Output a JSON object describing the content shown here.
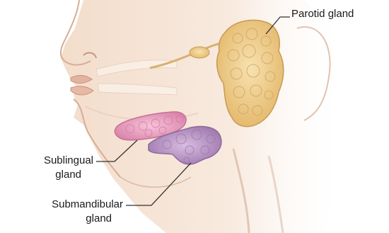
{
  "labels": {
    "parotid": "Parotid gland",
    "sublingual_line1": "Sublingual",
    "sublingual_line2": "gland",
    "submandibular_line1": "Submandibular",
    "submandibular_line2": "gland"
  },
  "colors": {
    "skin": "#f6e4d6",
    "skin_shadow": "#e8c9b4",
    "parotid": "#f1d28f",
    "sublingual": "#ef9fc0",
    "submandibular": "#c09ac9",
    "leader": "#333333"
  }
}
